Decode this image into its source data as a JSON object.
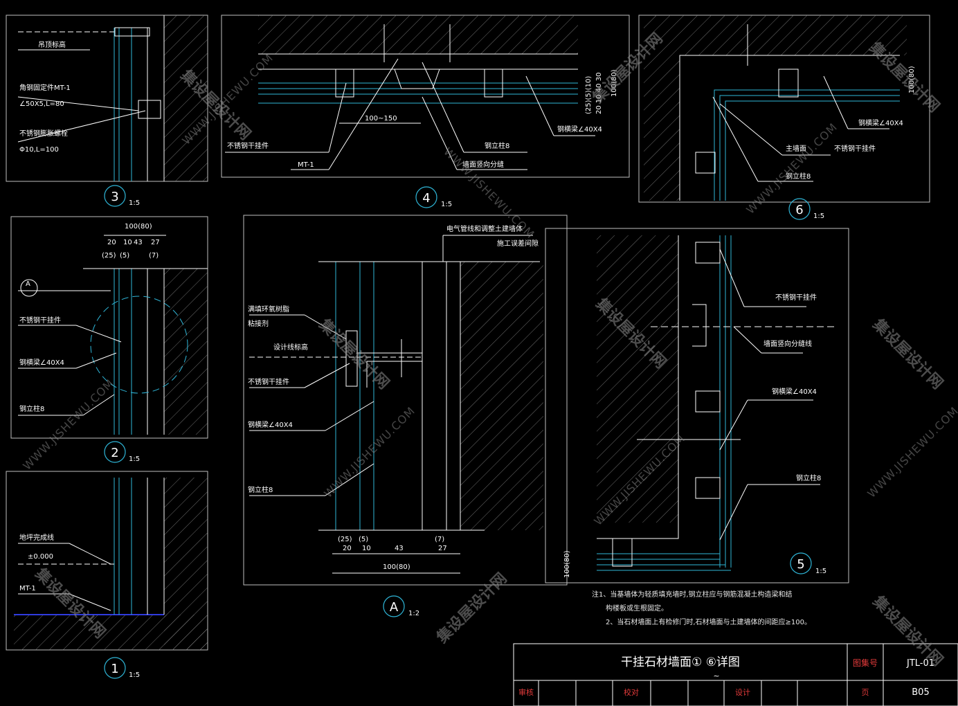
{
  "detail3": {
    "number": "3",
    "scale": "1:5",
    "labels": [
      "吊顶标高",
      "角钢固定件MT-1",
      "∠50X5,L=80",
      "不锈钢膨胀螺栓",
      "Φ10,L=100"
    ]
  },
  "detail4": {
    "number": "4",
    "scale": "1:5",
    "labels": [
      "不锈钢干挂件",
      "MT-1",
      "钢立柱8",
      "墙面竖向分缝",
      "钢横梁∠40X4"
    ],
    "dims": [
      "100~150",
      "(25)(5)(10)",
      "20 10 40 30",
      "100(80)"
    ]
  },
  "detail6": {
    "number": "6",
    "scale": "1:5",
    "labels": [
      "钢横梁∠40X4",
      "主墙面",
      "不锈钢干挂件",
      "钢立柱8"
    ],
    "dims": [
      "100(80)"
    ]
  },
  "detail2": {
    "number": "2",
    "scale": "1:5",
    "callout": "A",
    "labels": [
      "不锈钢干挂件",
      "钢横梁∠40X4",
      "钢立柱8"
    ],
    "dims": [
      "100(80)",
      "20",
      "10",
      "43",
      "27",
      "(25)",
      "(5)",
      "(7)"
    ]
  },
  "detail1": {
    "number": "1",
    "scale": "1:5",
    "labels": [
      "地坪完成线",
      "±0.000",
      "MT-1"
    ]
  },
  "detailA": {
    "number": "A",
    "scale": "1:2",
    "labels": [
      "电气管线和调整土建墙体",
      "施工误差间隙",
      "满填环氧树脂",
      "粘接剂",
      "设计线标高",
      "不锈钢干挂件",
      "钢横梁∠40X4",
      "钢立柱8"
    ],
    "dims": [
      "(25)",
      "(5)",
      "(7)",
      "20",
      "10",
      "43",
      "27",
      "100(80)"
    ]
  },
  "detail5": {
    "number": "5",
    "scale": "1:5",
    "labels": [
      "不锈钢干挂件",
      "墙面竖向分缝线",
      "钢横梁∠40X4",
      "钢立柱8"
    ],
    "dims": [
      "100(80)"
    ]
  },
  "notes": [
    "注1、当基墙体为轻质填充墙时,钢立柱应与钢筋混凝土构造梁和结",
    "构楼板或生根固定。",
    "2、当石材墙面上有检修门时,石材墙面与土建墙体的间距应≥100。"
  ],
  "title_block": {
    "title": "干挂石材墙面① ⑥详图",
    "title_tilde": "~",
    "drawing_no_label": "图集号",
    "drawing_no": "JTL-01",
    "review": "审核",
    "check": "校对",
    "design": "设计",
    "page_label": "页",
    "page": "B05"
  },
  "watermark": {
    "cn": "集设屋设计网",
    "url": "WWW.JISHEWU.COM"
  }
}
